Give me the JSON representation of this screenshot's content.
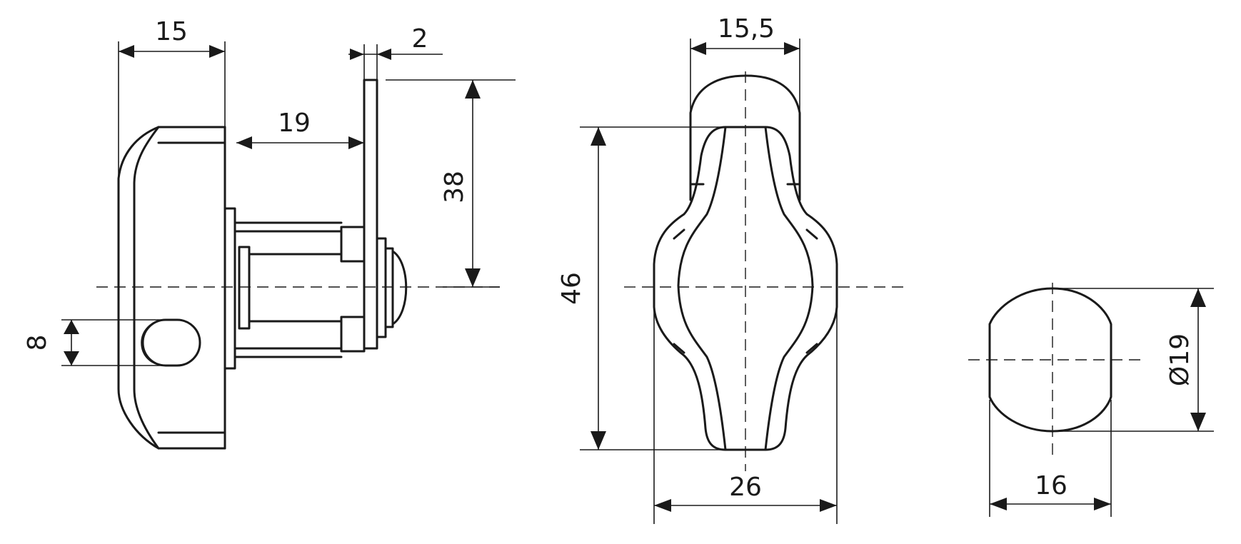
{
  "views": {
    "side": {
      "dims": {
        "body_width": "15",
        "plate_thickness": "2",
        "shank_length": "19",
        "half_height": "38",
        "slot": "8"
      }
    },
    "front": {
      "dims": {
        "top_width": "15,5",
        "height": "46",
        "width": "26"
      }
    },
    "end": {
      "dims": {
        "diameter": "Ø19",
        "width": "16"
      }
    }
  },
  "colors": {
    "line": "#1a1a1a",
    "background": "#ffffff"
  }
}
